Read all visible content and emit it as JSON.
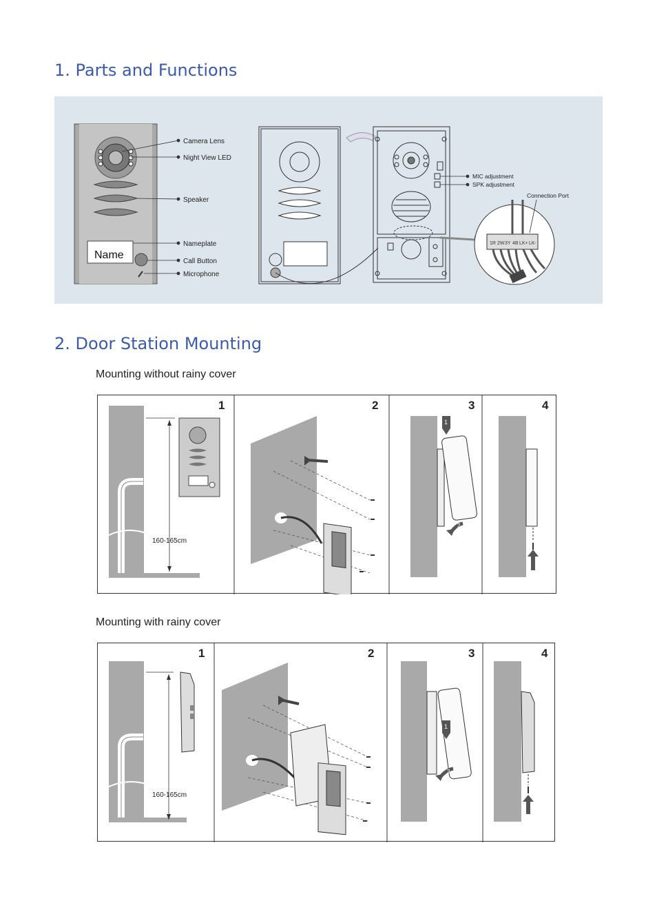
{
  "section1": {
    "title": "1. Parts and Functions",
    "labels": {
      "camera_lens": "Camera Lens",
      "night_view_led": "Night View LED",
      "speaker": "Speaker",
      "nameplate": "Nameplate",
      "call_button": "Call Button",
      "microphone": "Microphone",
      "mic_adjustment": "MIC adjustment",
      "spk_adjustment": "SPK adjustment",
      "connection_port": "Connection Port",
      "nameplate_text": "Name",
      "terminals": [
        "1R",
        "2W",
        "3Y",
        "4B",
        "LK+",
        "LK-"
      ]
    }
  },
  "section2": {
    "title": "2. Door Station Mounting",
    "without_cover": {
      "caption": "Mounting without rainy cover",
      "steps": [
        "1",
        "2",
        "3",
        "4"
      ],
      "height_label": "160-165cm"
    },
    "with_cover": {
      "caption": "Mounting with rainy cover",
      "steps": [
        "1",
        "2",
        "3",
        "4"
      ],
      "height_label": "160-165cm"
    },
    "arrow_step_marks": [
      "1",
      "2"
    ]
  },
  "colors": {
    "heading": "#3b5ba9",
    "panel_bg": "#dde6ec",
    "wall": "#a9a9a9"
  }
}
